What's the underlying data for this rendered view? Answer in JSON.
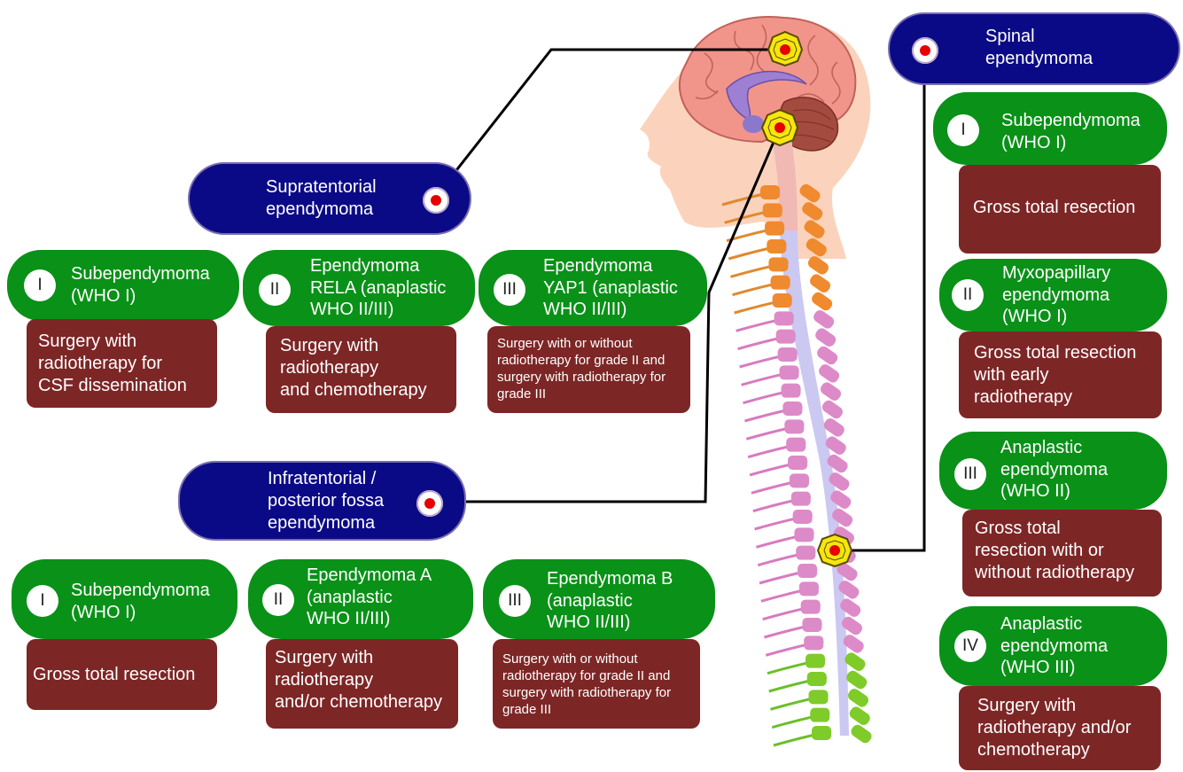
{
  "locations": {
    "supratentorial": "Supratentorial\nependymoma",
    "infratentorial": "Infratentorial /\nposterior fossa\nependymoma",
    "spinal": "Spinal\nependymoma"
  },
  "supratentorial_grades": [
    {
      "grade": "I",
      "name": "Subependymoma\n(WHO I)",
      "treatment": "Surgery with\nradiotherapy for\nCSF dissemination"
    },
    {
      "grade": "II",
      "name": "Ependymoma\nRELA (anaplastic\nWHO II/III)",
      "treatment": "Surgery with\nradiotherapy\nand chemotherapy"
    },
    {
      "grade": "III",
      "name": "Ependymoma\nYAP1 (anaplastic\nWHO II/III)",
      "treatment": "Surgery with or without\nradiotherapy for grade II and\nsurgery with radiotherapy for\ngrade III"
    }
  ],
  "infratentorial_grades": [
    {
      "grade": "I",
      "name": "Subependymoma\n(WHO I)",
      "treatment": "Gross total resection"
    },
    {
      "grade": "II",
      "name": "Ependymoma A\n(anaplastic\nWHO II/III)",
      "treatment": "Surgery with\nradiotherapy\nand/or chemotherapy"
    },
    {
      "grade": "III",
      "name": "Ependymoma B\n(anaplastic\nWHO II/III)",
      "treatment": "Surgery with or without\nradiotherapy for grade II and\nsurgery with radiotherapy for\ngrade III"
    }
  ],
  "spinal_grades": [
    {
      "grade": "I",
      "name": "Subependymoma\n(WHO I)",
      "treatment": "Gross total resection"
    },
    {
      "grade": "II",
      "name": "Myxopapillary\nependymoma\n(WHO I)",
      "treatment": "Gross total resection\nwith early\nradiotherapy"
    },
    {
      "grade": "III",
      "name": "Anaplastic\nependymoma\n(WHO II)",
      "treatment": "Gross total\nresection with or\nwithout radiotherapy"
    },
    {
      "grade": "IV",
      "name": "Anaplastic\nependymoma\n(WHO III)",
      "treatment": "Surgery with\nradiotherapy and/or\nchemotherapy"
    }
  ],
  "colors": {
    "location_box": "#0b0a86",
    "grade_box": "#0a9118",
    "treatment_box": "#7d2626",
    "tumor_marker": "#e80000",
    "tumor_halo": "#f5e60e"
  }
}
